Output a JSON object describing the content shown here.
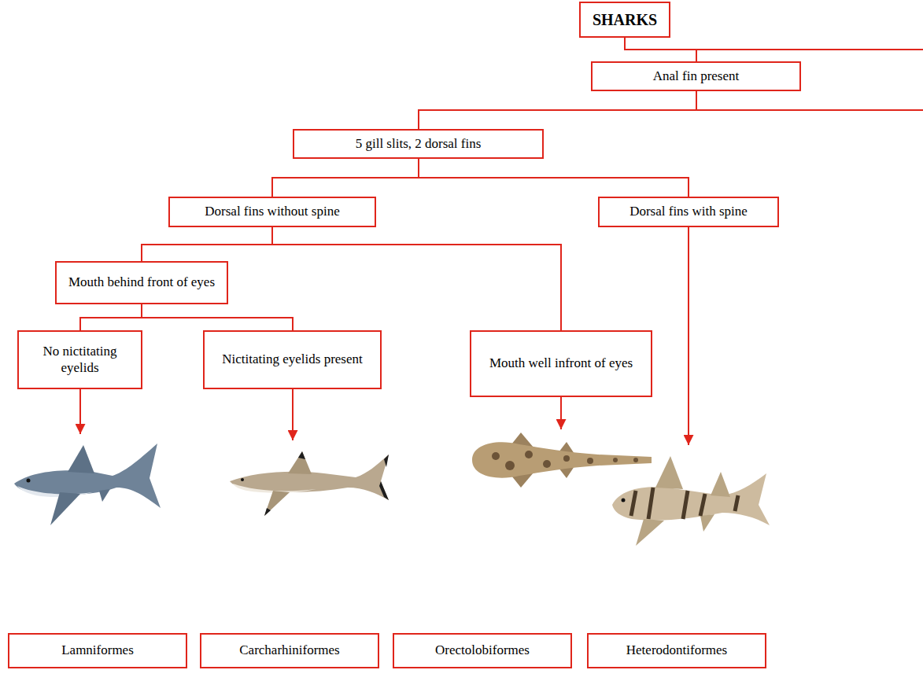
{
  "diagram": {
    "nodes": [
      {
        "text": [
          "SHARKS"
        ]
      },
      {
        "text": [
          "Anal fin present"
        ]
      },
      {
        "text": [
          "5 gill slits, 2 dorsal fins"
        ]
      },
      {
        "text": [
          "Dorsal fins without spine"
        ]
      },
      {
        "text": [
          "Dorsal fins with spine"
        ]
      },
      {
        "text": [
          "Mouth behind front of eyes"
        ]
      },
      {
        "text": [
          "No nictitating eyelids"
        ]
      },
      {
        "text": [
          "Nictitating eyelids present"
        ]
      },
      {
        "text": [
          "Mouth well infront of eyes"
        ]
      },
      {
        "text": [
          "Lamniformes"
        ]
      },
      {
        "text": [
          "Carcharhiniformes"
        ]
      },
      {
        "text": [
          "Orectolobiformes"
        ]
      },
      {
        "text": [
          "Heterodontiformes"
        ]
      }
    ],
    "edges": [
      {
        "from": 0,
        "to": 1,
        "arrow": "none"
      },
      {
        "from": 1,
        "to": 2,
        "arrow": "none"
      },
      {
        "from": 2,
        "to": 3,
        "arrow": "none"
      },
      {
        "from": 2,
        "to": 4,
        "arrow": "none"
      },
      {
        "from": 3,
        "to": 5,
        "arrow": "none"
      },
      {
        "from": 3,
        "to": 8,
        "arrow": "none"
      },
      {
        "from": 5,
        "to": 6,
        "arrow": "none"
      },
      {
        "from": 5,
        "to": 7,
        "arrow": "none"
      }
    ]
  }
}
